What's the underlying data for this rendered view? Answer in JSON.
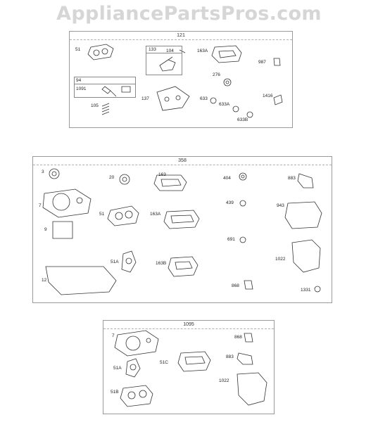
{
  "watermark": "AppliancePartsPros.com",
  "kits": [
    {
      "id": "121",
      "parts": [
        "51",
        "133",
        "104",
        "163A",
        "987",
        "94",
        "1091",
        "276",
        "105",
        "137",
        "633",
        "633A",
        "1416",
        "633B"
      ]
    },
    {
      "id": "358",
      "parts": [
        "3",
        "20",
        "163",
        "404",
        "883",
        "7",
        "439",
        "943",
        "51",
        "163A",
        "9",
        "691",
        "51A",
        "163B",
        "1022",
        "12",
        "868",
        "1331"
      ]
    },
    {
      "id": "1095",
      "parts": [
        "7",
        "868",
        "883",
        "51C",
        "51A",
        "1022",
        "51B"
      ]
    }
  ]
}
